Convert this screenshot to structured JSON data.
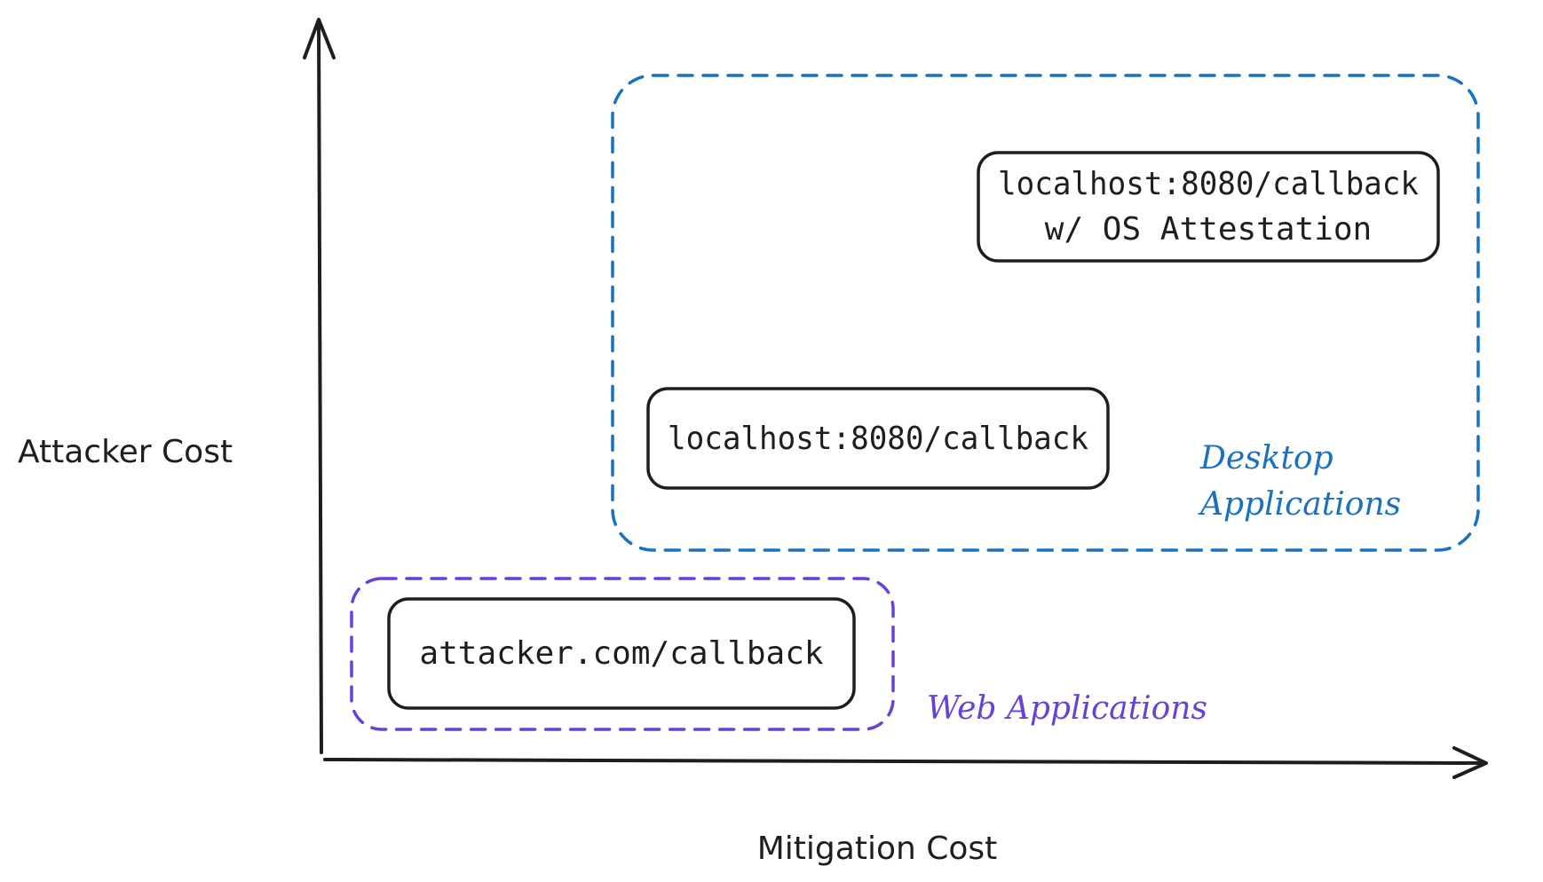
{
  "axes": {
    "y_label": "Attacker Cost",
    "x_label": "Mitigation Cost"
  },
  "groups": {
    "desktop": {
      "label_line1": "Desktop",
      "label_line2": "Applications",
      "color": "#1971c2"
    },
    "web": {
      "label": "Web Applications",
      "color": "#6741d9"
    }
  },
  "nodes": {
    "attested": {
      "line1": "localhost:8080/callback",
      "line2": "w/ OS Attestation"
    },
    "localhost": {
      "text": "localhost:8080/callback"
    },
    "attacker": {
      "text": "attacker.com/callback"
    }
  }
}
